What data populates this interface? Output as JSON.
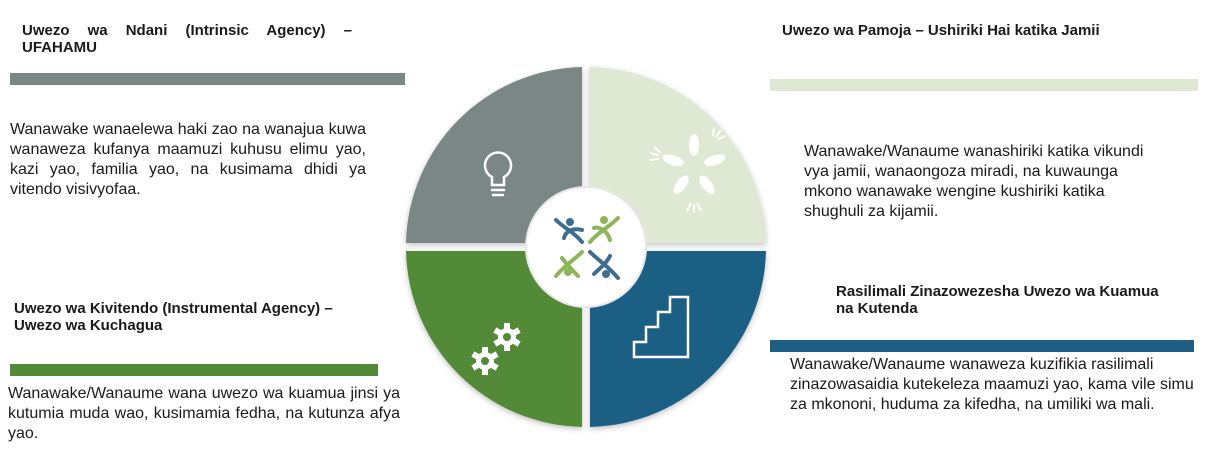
{
  "colors": {
    "top_left": "#7a8784",
    "top_right": "#dfe8d3",
    "bottom_left": "#528a37",
    "bottom_right": "#1f5e84",
    "center_blue": "#3d6e90",
    "center_green": "#8db55a"
  },
  "quadrants": {
    "top_left": {
      "title": "Uwezo wa Ndani (Intrinsic Agency) – UFAHAMU",
      "body": "Wanawake wanaelewa haki zao na wanajua kuwa wanaweza kufanya maamuzi kuhusu elimu yao, kazi yao, familia yao, na kusimama dhidi ya vitendo visivyofaa.",
      "icon": "lightbulb-icon"
    },
    "top_right": {
      "title": "Uwezo wa Pamoja – Ushiriki Hai katika Jamii",
      "body": "Wanawake/Wanaume wanashiriki katika vikundi vya jamii, wanaongoza miradi, na kuwaunga mkono wanawake wengine kushiriki katika shughuli za kijamii.",
      "icon": "joined-hands-icon"
    },
    "bottom_left": {
      "title": "Uwezo wa Kivitendo (Instrumental Agency) – Uwezo wa Kuchagua",
      "body": "Wanawake/Wanaume wana uwezo wa kuamua jinsi ya kutumia muda wao, kusimamia fedha, na kutunza afya yao.",
      "icon": "gears-icon"
    },
    "bottom_right": {
      "title": "Rasilimali Zinazowezesha Uwezo wa Kuamua na Kutenda",
      "body": "Wanawake/Wanaume wanaweza kuzifikia rasilimali zinazowasaidia kutekeleza maamuzi yao, kama vile simu za mkononi, huduma za kifedha, na umiliki wa mali.",
      "icon": "stairs-icon"
    }
  },
  "center_icon": "people-circle-icon"
}
